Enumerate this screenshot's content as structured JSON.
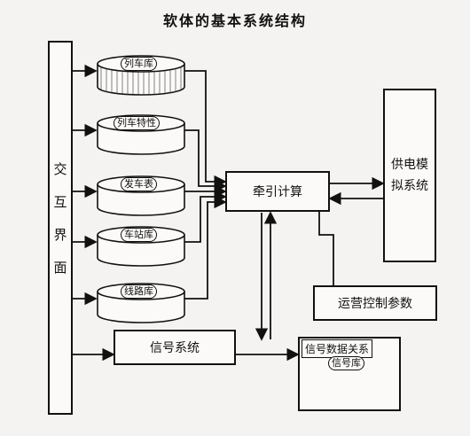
{
  "title": "软体的基本系统结构",
  "interaction": "交互界面",
  "databases": [
    {
      "label": "列车库"
    },
    {
      "label": "列车特性"
    },
    {
      "label": "发车表"
    },
    {
      "label": "车站库"
    },
    {
      "label": "线路库"
    }
  ],
  "traction": "牵引计算",
  "power": "供电模拟系统",
  "operation": "运营控制参数",
  "signal": "信号系统",
  "signal_relation": "信号数据关系",
  "signal_db": "信号库"
}
